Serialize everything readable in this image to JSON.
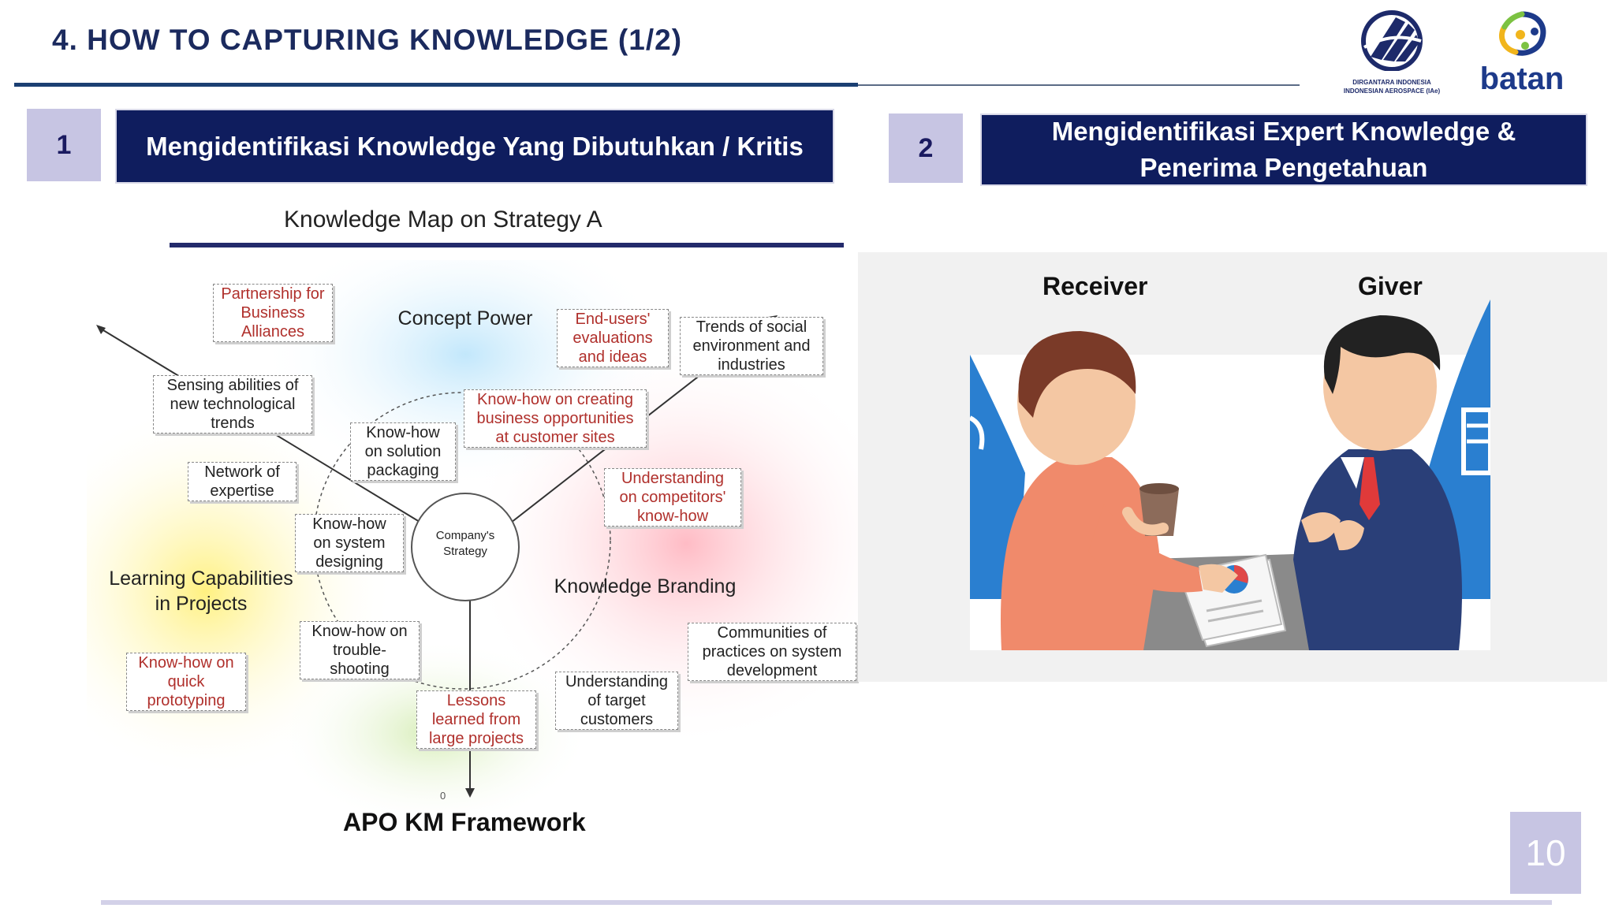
{
  "slide": {
    "title": "4. HOW TO CAPTURING KNOWLEDGE (1/2)",
    "page_number": "10"
  },
  "logos": {
    "dirgantara": {
      "line1": "DIRGANTARA INDONESIA",
      "line2": "INDONESIAN AEROSPACE (IAe)"
    },
    "batan": {
      "text": "batan"
    }
  },
  "section1": {
    "number": "1",
    "heading": "Mengidentifikasi Knowledge Yang Dibutuhkan / Kritis"
  },
  "section2": {
    "number": "2",
    "heading_line1": "Mengidentifikasi Expert Knowledge &",
    "heading_line2": "Penerima Pengetahuan"
  },
  "knowledge_map": {
    "title": "Knowledge Map on Strategy A",
    "center": [
      "Company's",
      "Strategy"
    ],
    "quadrants": {
      "concept_power": "Concept Power",
      "learning_capabilities": [
        "Learning Capabilities",
        "in Projects"
      ],
      "knowledge_branding": "Knowledge Branding"
    },
    "notes": {
      "partnership": [
        "Partnership for",
        "Business",
        "Alliances"
      ],
      "end_users": [
        "End-users'",
        "evaluations",
        "and ideas"
      ],
      "trends": [
        "Trends of social",
        "environment and",
        "industries"
      ],
      "sensing": [
        "Sensing abilities of",
        "new technological",
        "trends"
      ],
      "know_how_creating": [
        "Know-how on creating",
        "business opportunities",
        "at customer sites"
      ],
      "solution_packaging": [
        "Know-how",
        "on solution",
        "packaging"
      ],
      "network": [
        "Network of",
        "expertise"
      ],
      "competitors": [
        "Understanding",
        "on competitors'",
        "know-how"
      ],
      "system_designing": [
        "Know-how",
        "on system",
        "designing"
      ],
      "troubleshooting": [
        "Know-how on",
        "trouble-",
        "shooting"
      ],
      "communities": [
        "Communities of",
        "practices on system",
        "development"
      ],
      "prototyping": [
        "Know-how on",
        "quick",
        "prototyping"
      ],
      "target_customers": [
        "Understanding",
        "of target",
        "customers"
      ],
      "lessons": [
        "Lessons",
        "learned from",
        "large projects"
      ]
    },
    "axis_origin": "0",
    "caption": "APO KM Framework"
  },
  "illustration": {
    "receiver_label": "Receiver",
    "giver_label": "Giver"
  },
  "colors": {
    "title": "#1b2a5e",
    "header_bg": "#0f1d5e",
    "number_bg": "#c7c5e3",
    "red_note_text": "#b0302c"
  }
}
